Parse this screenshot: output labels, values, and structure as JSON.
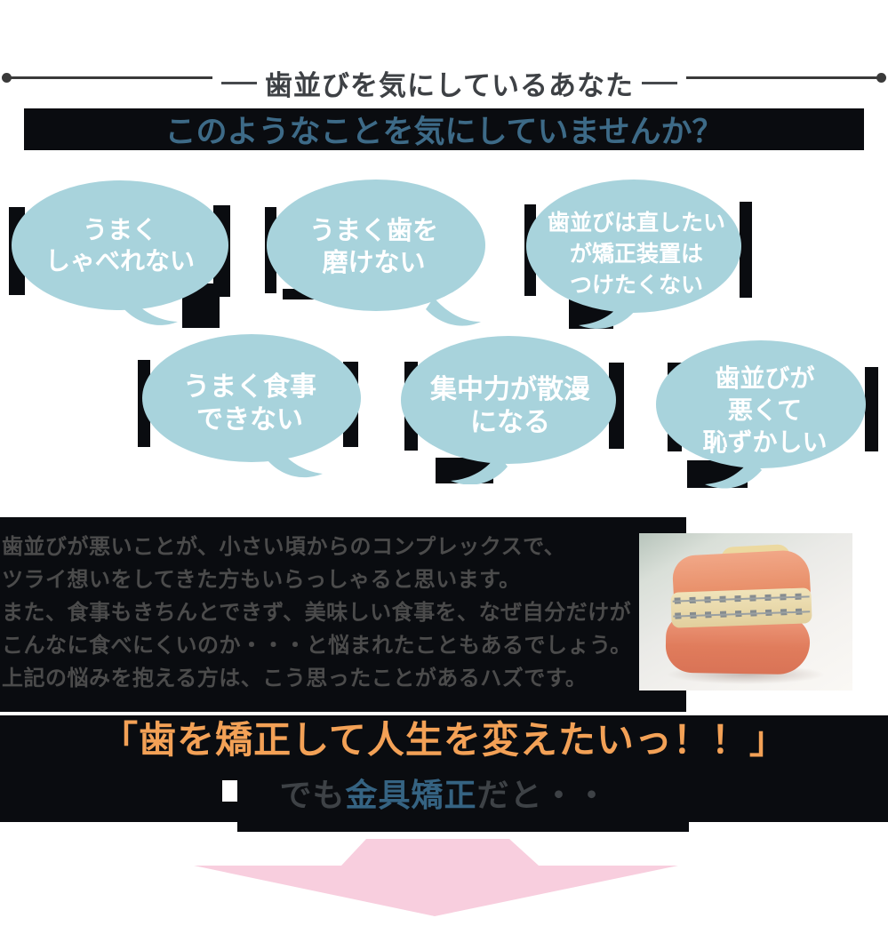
{
  "header": {
    "subtitle": "歯並びを気にしているあなた",
    "title": "このようなことを気にしていませんか？"
  },
  "bubbles": [
    {
      "lines": [
        "うまく",
        "しゃべれない"
      ]
    },
    {
      "lines": [
        "うまく歯を",
        "磨けない"
      ]
    },
    {
      "lines": [
        "歯並びは直したい",
        "が矯正装置は",
        "つけたくない"
      ]
    },
    {
      "lines": [
        "うまく食事",
        "できない"
      ]
    },
    {
      "lines": [
        "集中力が散漫",
        "になる"
      ]
    },
    {
      "lines": [
        "歯並びが",
        "悪くて",
        "恥ずかしい"
      ]
    }
  ],
  "paragraph": {
    "lines": [
      "歯並びが悪いことが、小さい頃からのコンプレックスで、",
      "ツライ想いをしてきた方もいらっしゃると思います。",
      "また、食事もきちんとできず、美味しい食事を、なぜ自分だけが",
      "こんなに食べにくいのか・・・と悩まれたこともあるでしょう。",
      "上記の悩みを抱える方は、こう思ったことがあるハズです。"
    ]
  },
  "cta": {
    "line1": "「歯を矯正して人生を変えたいっ！！」",
    "line2_prefix": "でも",
    "line2_highlight": "金具矯正",
    "line2_suffix": "だと・・"
  },
  "colors": {
    "bubble_blue": "#a8d3dc",
    "banner_bg": "#0a0c10",
    "title_blue": "#3d6a87",
    "cta_orange": "#f3a156",
    "highlight_blue": "#356382",
    "paragraph_gray": "#4b4b4b",
    "arrow_pink": "#f8cede"
  }
}
